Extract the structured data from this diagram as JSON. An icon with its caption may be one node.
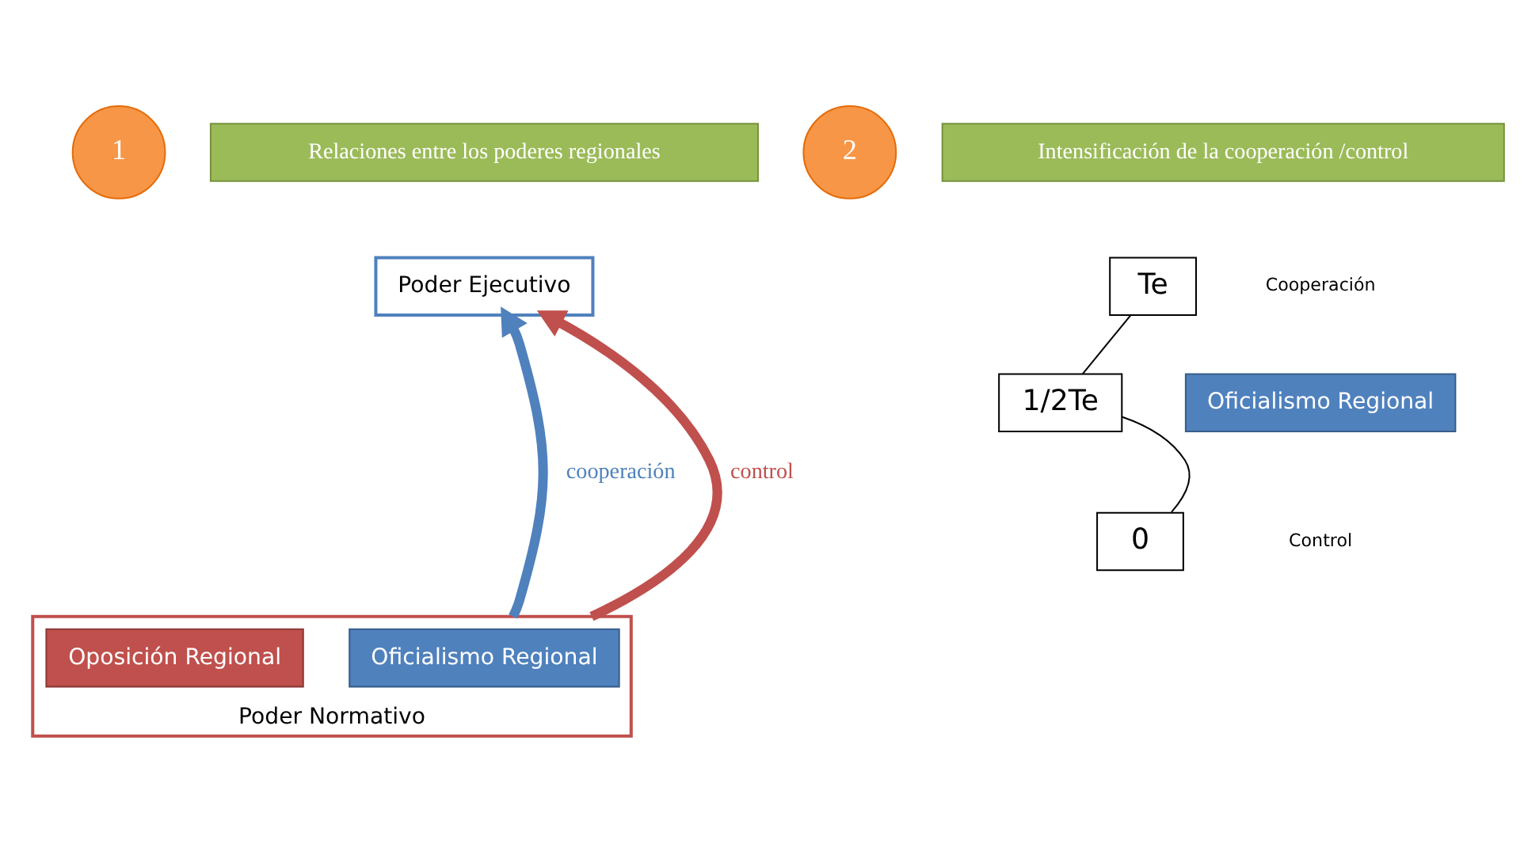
{
  "diagram": {
    "nodes": [
      {
        "text": [
          "1"
        ]
      },
      {
        "text": [
          "Relaciones entre los poderes regionales"
        ]
      },
      {
        "text": [
          "Poder Ejecutivo"
        ]
      },
      {
        "text": [
          "Poder Normativo"
        ]
      },
      {
        "text": [
          "Oficialismo Regional"
        ],
        "in": 3
      },
      {
        "text": [
          "Oposición Regional"
        ],
        "in": 3
      },
      {
        "text": [
          "2"
        ]
      },
      {
        "text": [
          "Intensificación de la cooperación /control"
        ]
      },
      {
        "text": [
          "Te"
        ]
      },
      {
        "text": [
          "1/2Te"
        ]
      },
      {
        "text": [
          "0"
        ]
      },
      {
        "text": [
          "Oficialismo Regional"
        ]
      }
    ],
    "edges": [
      {
        "from": 3,
        "to": 2,
        "arrow": "to",
        "label": "cooperación",
        "style": "thick",
        "color": "#4f81bd"
      },
      {
        "from": 3,
        "to": 2,
        "arrow": "to",
        "label": "control",
        "style": "thick",
        "color": "#c0504d"
      },
      {
        "from": 8,
        "to": 9,
        "arrow": "none"
      },
      {
        "from": 9,
        "to": 10,
        "arrow": "none"
      }
    ],
    "labels": [
      "Cooperación",
      "Control"
    ]
  }
}
